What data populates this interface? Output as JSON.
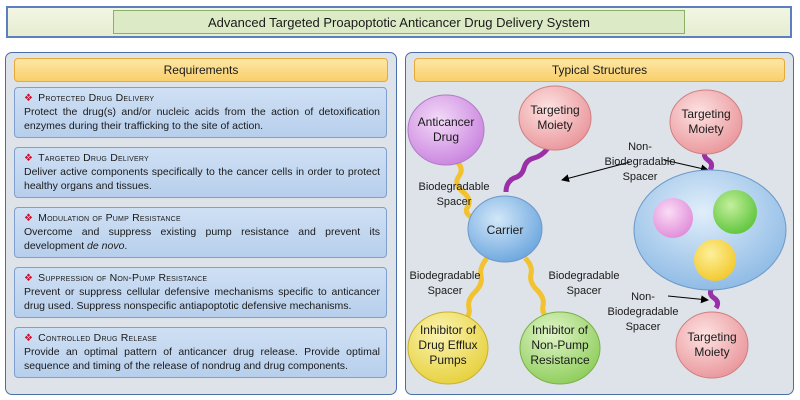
{
  "title": "Advanced Targeted Proapoptotic Anticancer Drug Delivery System",
  "requirements": {
    "header": "Requirements",
    "items": [
      {
        "title": "Protected Drug Delivery",
        "body": "Protect the drug(s) and/or nucleic acids from the action of detoxification enzymes during their trafficking to the site of action."
      },
      {
        "title": "Targeted Drug Delivery",
        "body": "Deliver active components specifically to the cancer cells in order to protect healthy organs and tissues."
      },
      {
        "title": "Modulation of Pump Resistance",
        "body": "Overcome and suppress existing pump resistance and prevent its development",
        "body_italic": "de novo",
        "body_end": "."
      },
      {
        "title": "Suppression of Non-Pump Resistance",
        "body": "Prevent or suppress cellular defensive mechanisms specific to anticancer drug used. Suppress nonspecific antiapoptotic defensive mechanisms."
      },
      {
        "title": "Controlled Drug Release",
        "body": "Provide an optimal pattern of anticancer drug release. Provide optimal sequence and timing of the release of nondrug and drug components."
      }
    ]
  },
  "structures": {
    "header": "Typical Structures",
    "nodes": {
      "anticancer_drug": [
        "Anticancer",
        "Drug"
      ],
      "targeting_moiety_1": [
        "Targeting",
        "Moiety"
      ],
      "carrier": [
        "Carrier"
      ],
      "inhibitor_efflux": [
        "Inhibitor of",
        "Drug Efflux",
        "Pumps"
      ],
      "inhibitor_nonpump": [
        "Inhibitor of",
        "Non-Pump",
        "Resistance"
      ],
      "targeting_moiety_2": [
        "Targeting",
        "Moiety"
      ],
      "targeting_moiety_3": [
        "Targeting",
        "Moiety"
      ]
    },
    "labels": {
      "biodegradable_spacer_top": [
        "Biodegradable",
        "Spacer"
      ],
      "biodegradable_spacer_left": [
        "Biodegradable",
        "Spacer"
      ],
      "biodegradable_spacer_right": [
        "Biodegradable",
        "Spacer"
      ],
      "nonbiodegradable_spacer_top": [
        "Non-",
        "Biodegradable",
        "Spacer"
      ],
      "nonbiodegradable_spacer_bottom": [
        "Non-",
        "Biodegradable",
        "Spacer"
      ]
    },
    "colors": {
      "pink": "#f0a8a8",
      "lavender": "#d79be8",
      "blue": "#7fb4e6",
      "yellow": "#f3e05a",
      "green": "#9fd86a",
      "spacer_yellow": "#f2c230",
      "spacer_purple": "#9a2fa8"
    }
  }
}
